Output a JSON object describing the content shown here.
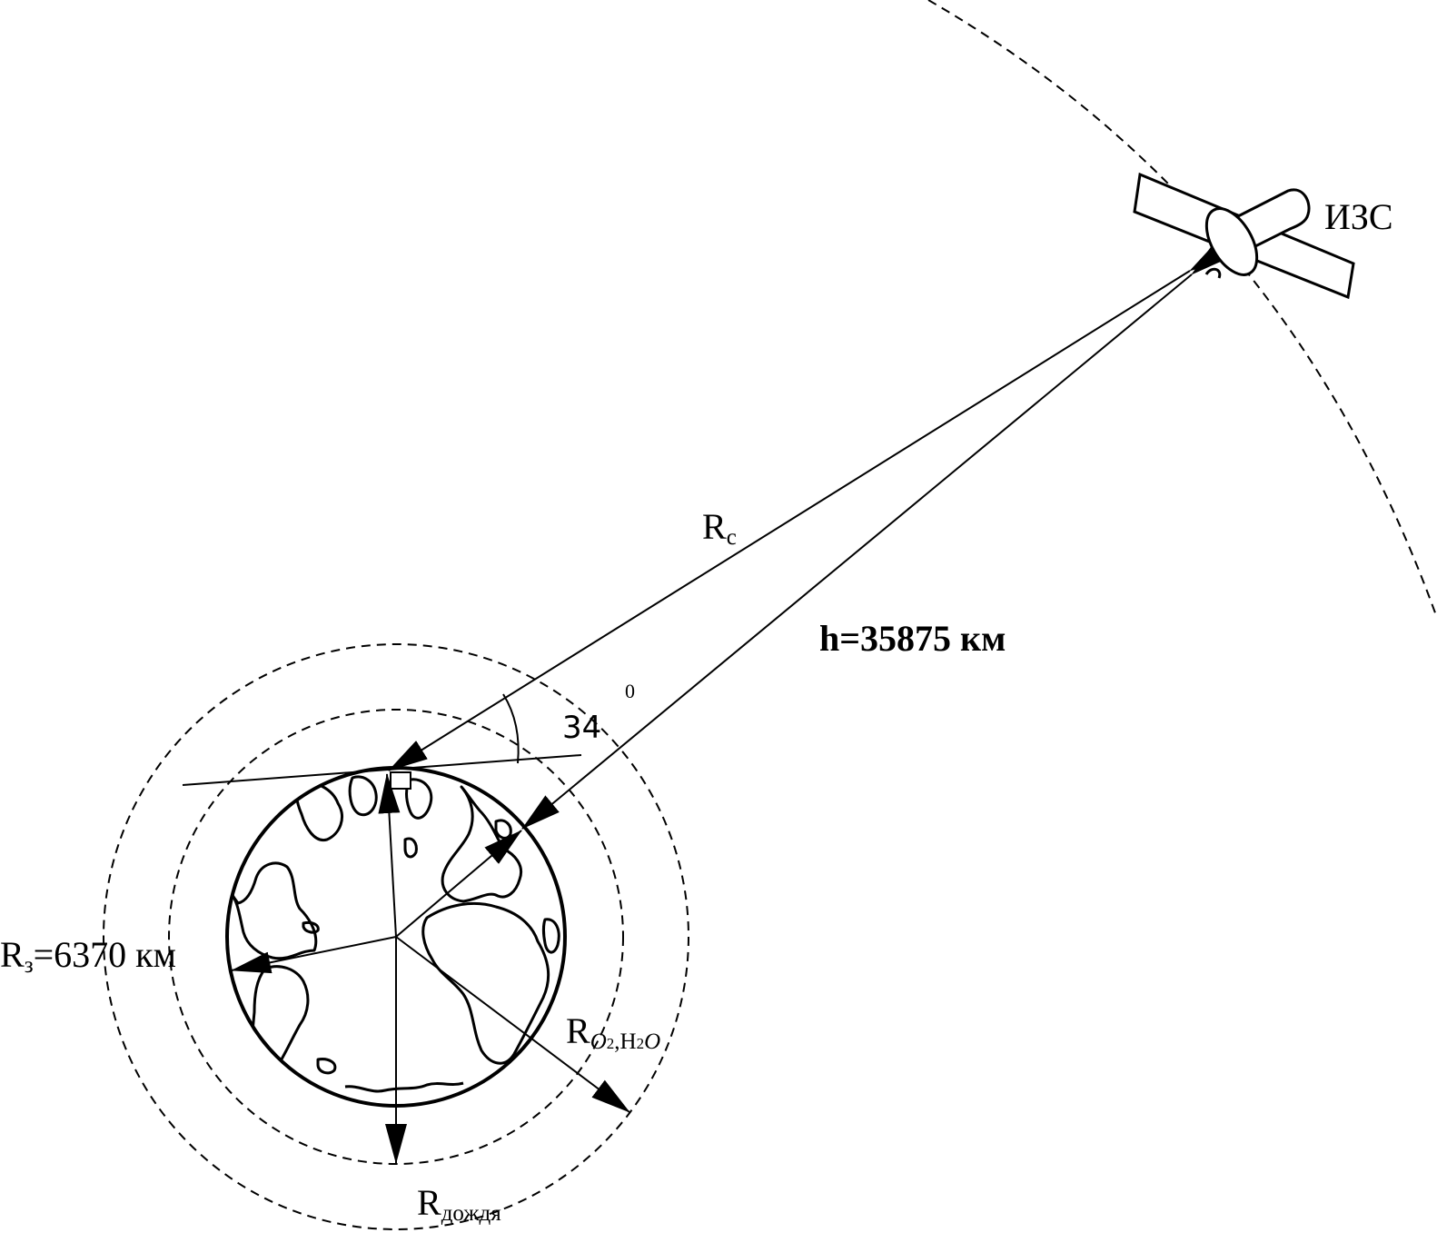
{
  "labels": {
    "satellite": "ИЗС",
    "slant_range": {
      "symbol": "R",
      "subscript": "с"
    },
    "altitude": "h=35875 км",
    "earth_radius": {
      "symbol": "R",
      "subscript": "з",
      "value": "=6370 км"
    },
    "gas_radius": {
      "symbol": "R",
      "sub_a": "O",
      "sub_a_index": "2",
      "comma": ",",
      "sub_b": "H",
      "sub_b_index": "2",
      "sub_c": "O"
    },
    "rain_radius": {
      "symbol": "R",
      "subscript": "дождя"
    },
    "elevation_angle": {
      "value": "34",
      "degree": "0"
    }
  },
  "colors": {
    "line": "#000000",
    "background": "#ffffff"
  }
}
